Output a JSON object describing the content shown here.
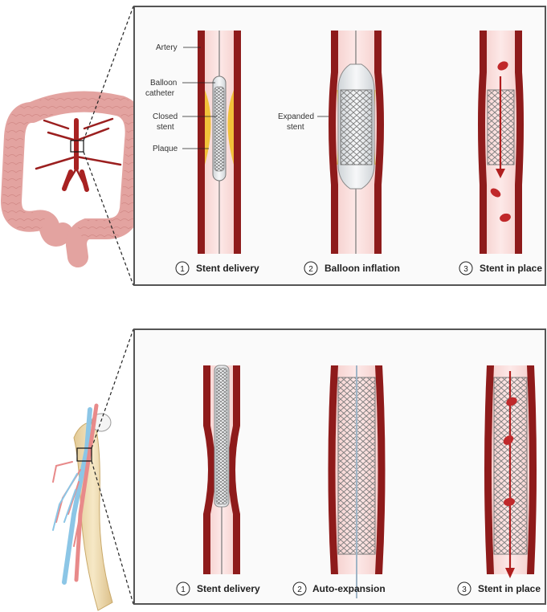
{
  "panel_top": {
    "callouts": {
      "artery": "Artery",
      "balloon_1": "Balloon",
      "balloon_2": "catheter",
      "closed_1": "Closed",
      "closed_2": "stent",
      "plaque": "Plaque",
      "expanded_1": "Expanded",
      "expanded_2": "stent"
    },
    "steps": [
      {
        "num": "1",
        "label": "Stent delivery"
      },
      {
        "num": "2",
        "label": "Balloon inflation"
      },
      {
        "num": "3",
        "label": "Stent in place"
      }
    ]
  },
  "panel_bottom": {
    "steps": [
      {
        "num": "1",
        "label": "Stent delivery"
      },
      {
        "num": "2",
        "label": "Auto-expansion"
      },
      {
        "num": "3",
        "label": "Stent in place"
      }
    ]
  },
  "colors": {
    "vessel_wall": "#8e1b1b",
    "lumen": "#f6d4d2",
    "plaque": "#f2c23a",
    "stent": "#9a9a9a",
    "colon": "#e3a3a0",
    "bone": "#efdcb0",
    "vein": "#8cc6e6"
  }
}
